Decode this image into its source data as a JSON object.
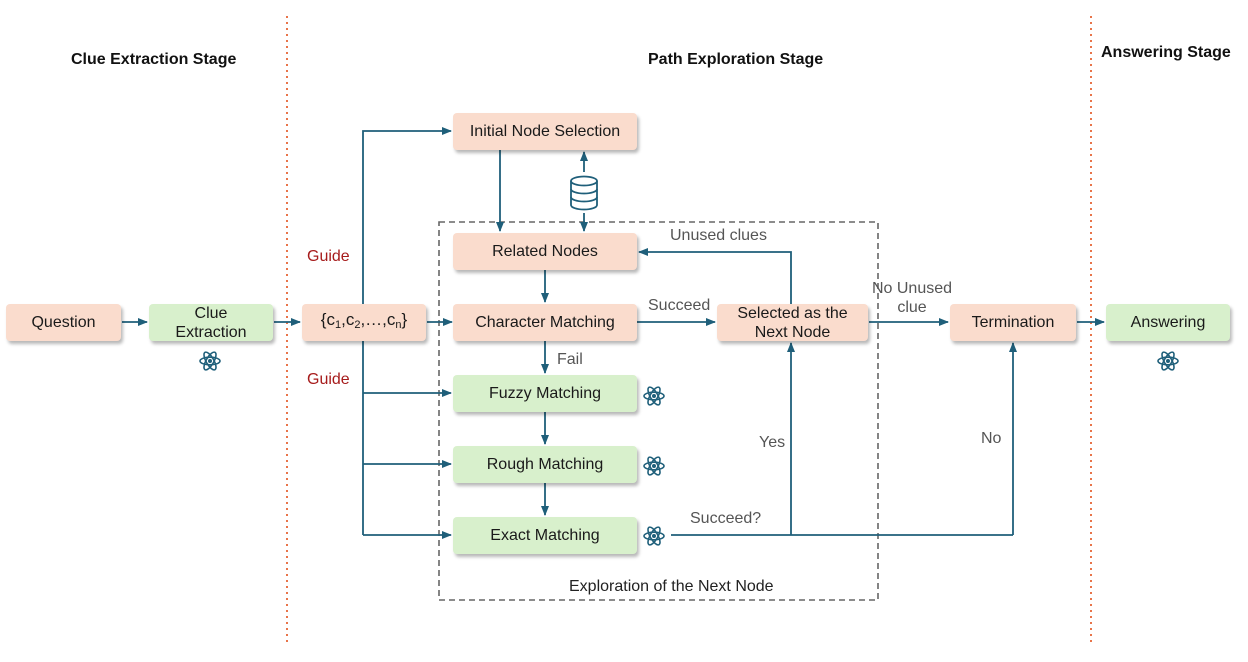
{
  "stages": {
    "clue_extraction": "Clue Extraction Stage",
    "path_exploration": "Path Exploration Stage",
    "answering": "Answering Stage"
  },
  "boxes": {
    "question": "Question",
    "clue_extraction_line1": "Clue",
    "clue_extraction_line2": "Extraction",
    "initial_node_selection": "Initial Node Selection",
    "related_nodes": "Related Nodes",
    "character_matching": "Character Matching",
    "fuzzy_matching": "Fuzzy Matching",
    "rough_matching": "Rough Matching",
    "exact_matching": "Exact Matching",
    "selected_next_node_line1": "Selected as the",
    "selected_next_node_line2": "Next Node",
    "termination": "Termination",
    "answering": "Answering"
  },
  "clue_set": {
    "open": "{",
    "c": "c",
    "sub1": "1",
    "sub2": "2",
    "ellipsis": ",…,",
    "subn": "n",
    "close": "}",
    "comma": ","
  },
  "labels": {
    "guide_top": "Guide",
    "guide_bottom": "Guide",
    "unused_clues": "Unused clues",
    "succeed": "Succeed",
    "fail": "Fail",
    "no_unused_clue_line1": "No Unused",
    "no_unused_clue_line2": "clue",
    "yes": "Yes",
    "no": "No",
    "succeed_q": "Succeed?",
    "exploration_region": "Exploration of the Next Node"
  },
  "colors": {
    "arrow": "#1f5f7a",
    "stage_divider": "#e8744a",
    "peach_box": "#fadccd",
    "green_box": "#d8f0cc",
    "guide_text": "#a61b1b",
    "region_border": "#666666"
  },
  "icons": {
    "database": "database-icon",
    "model": "atom-icon"
  }
}
